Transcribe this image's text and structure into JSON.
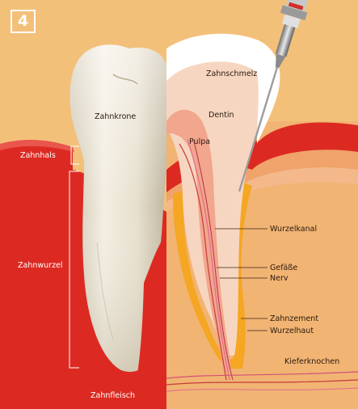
{
  "panel_number": "4",
  "labels": {
    "zahnschmelz": "Zahnschmelz",
    "zahnkrone": "Zahnkrone",
    "dentin": "Dentin",
    "pulpa": "Pulpa",
    "zahnhals": "Zahnhals",
    "zahnwurzel": "Zahnwurzel",
    "wurzelkanal": "Wurzelkanal",
    "gefaesse": "Gefäße",
    "nerv": "Nerv",
    "zahnzement": "Zahnzement",
    "wurzelhaut": "Wurzelhaut",
    "kieferknochen": "Kieferknochen",
    "zahnfleisch": "Zahnfleisch"
  },
  "colors": {
    "background": "#f3c07a",
    "gum_red": "#dc2a22",
    "bone": "#f1b473",
    "enamel": "#ffffff",
    "dentin": "#f7d6c1",
    "pulp": "#f2a68d",
    "cementum": "#f5a623",
    "tooth_photo": "#e9e1cf"
  }
}
